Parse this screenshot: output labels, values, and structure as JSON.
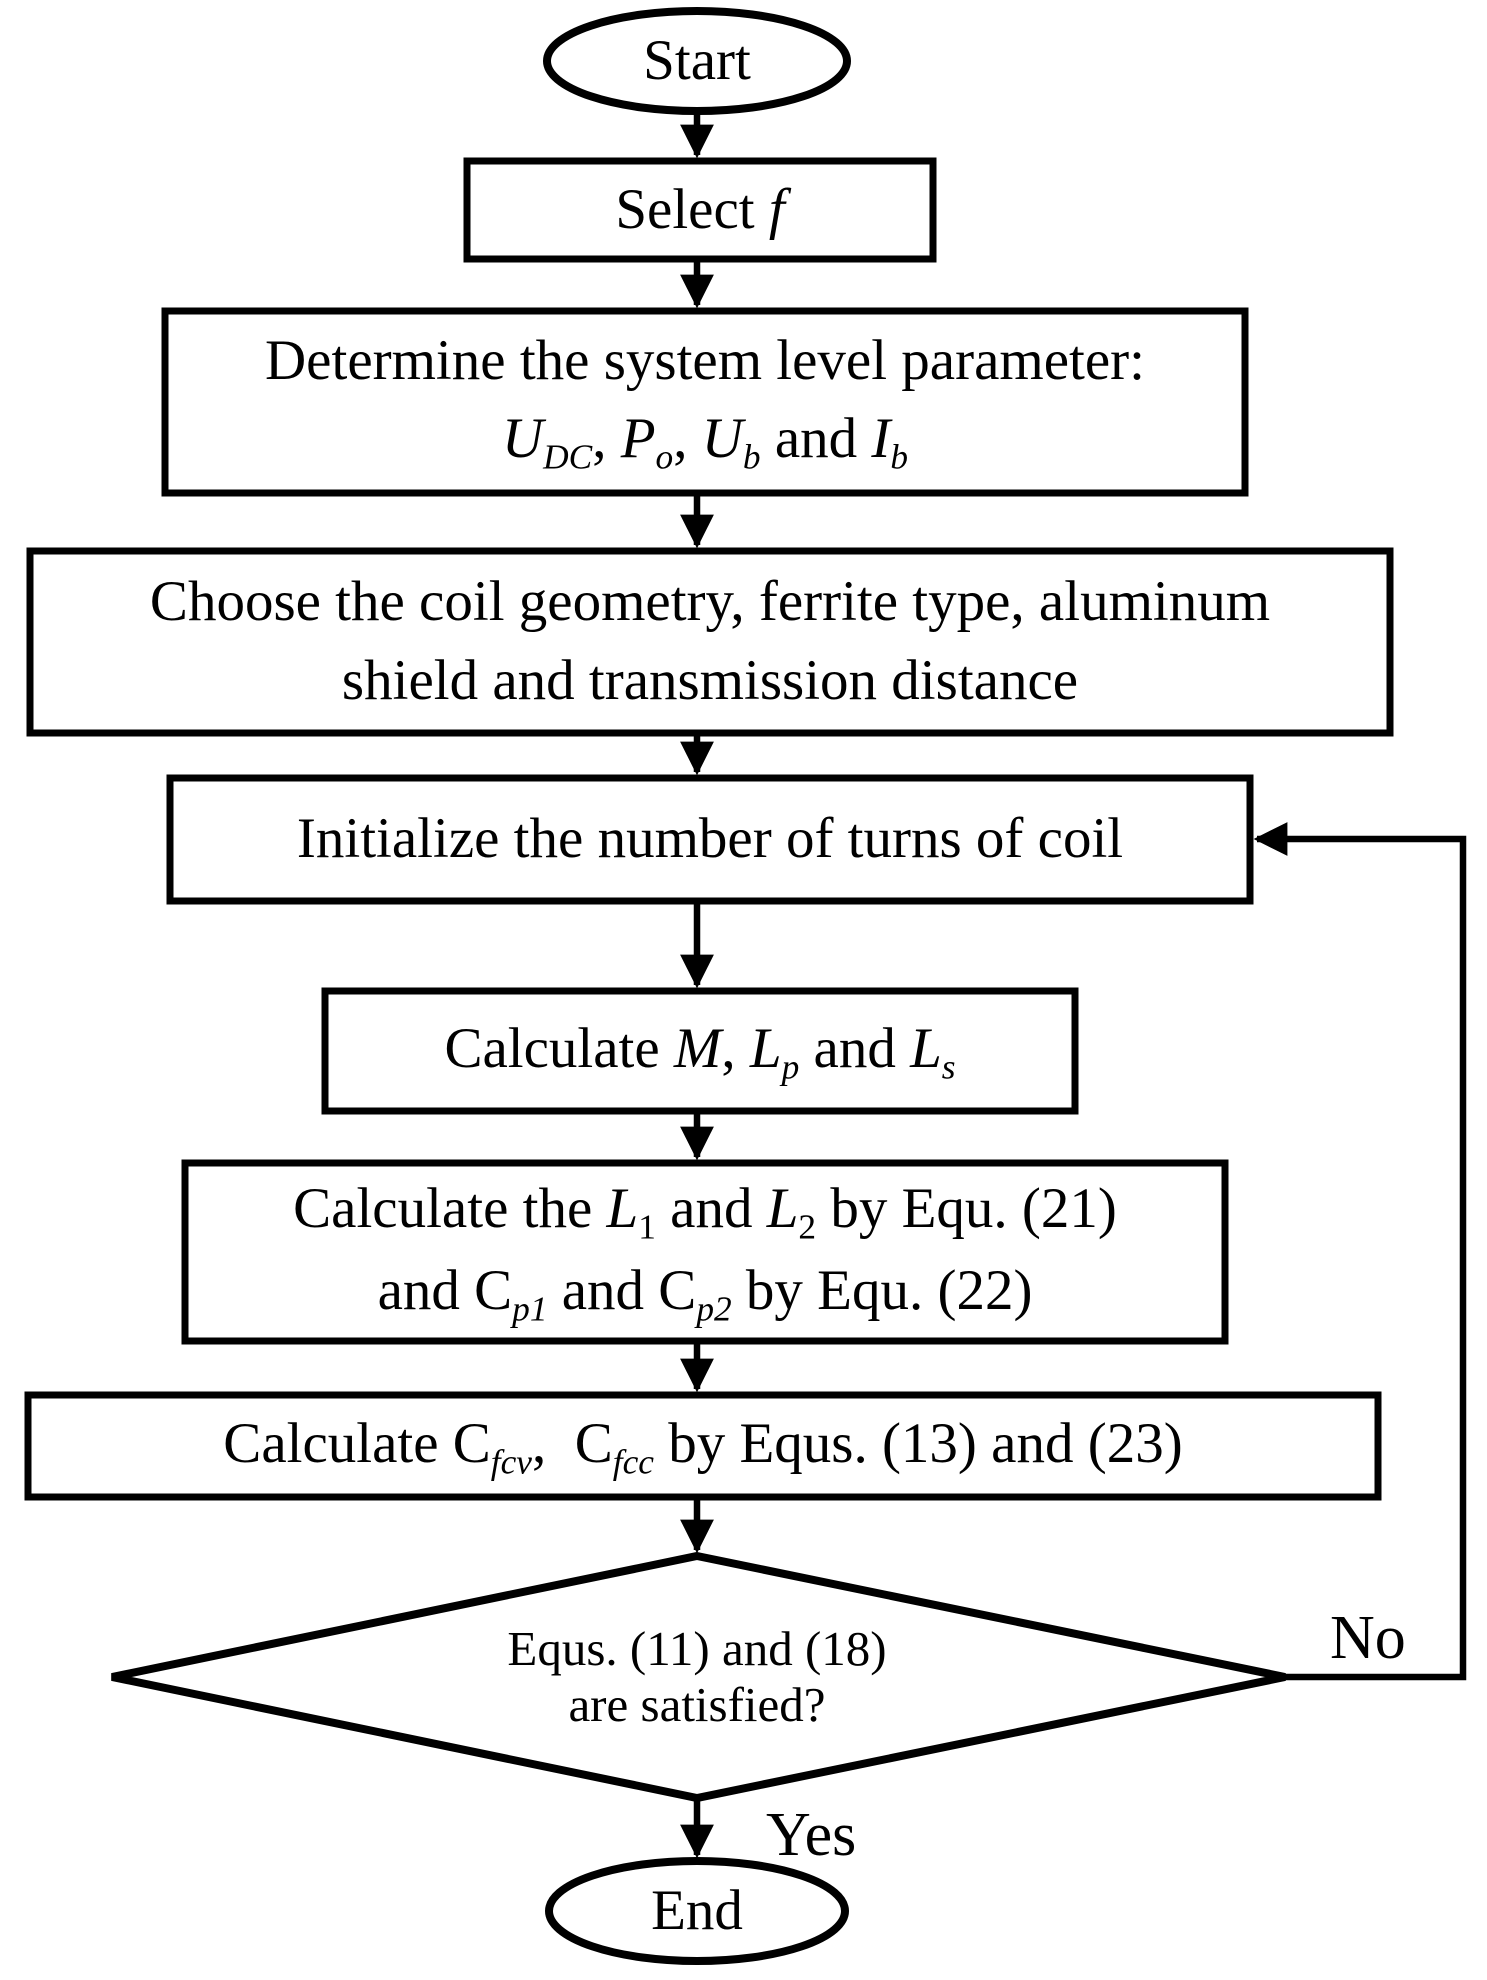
{
  "colors": {
    "stroke": "#000000",
    "background": "#ffffff"
  },
  "flowchart": {
    "start": {
      "label": "Start"
    },
    "steps": {
      "select_f": {
        "lines": [
          [
            {
              "t": "Select ",
              "s": "r"
            },
            {
              "t": "f",
              "s": "i"
            }
          ]
        ]
      },
      "determine_params": {
        "lines": [
          [
            {
              "t": "Determine the system level parameter:",
              "s": "r"
            }
          ],
          [
            {
              "t": "U",
              "s": "i"
            },
            {
              "t": "DC",
              "s": "isub"
            },
            {
              "t": ", ",
              "s": "r"
            },
            {
              "t": "P",
              "s": "i"
            },
            {
              "t": "o",
              "s": "isub"
            },
            {
              "t": ", ",
              "s": "r"
            },
            {
              "t": "U",
              "s": "i"
            },
            {
              "t": "b",
              "s": "isub"
            },
            {
              "t": " and ",
              "s": "r"
            },
            {
              "t": "I",
              "s": "i"
            },
            {
              "t": "b",
              "s": "isub"
            }
          ]
        ]
      },
      "choose_coil": {
        "lines": [
          [
            {
              "t": "Choose the coil geometry, ferrite type, aluminum",
              "s": "r"
            }
          ],
          [
            {
              "t": "shield and transmission distance",
              "s": "r"
            }
          ]
        ]
      },
      "initialize_turns": {
        "lines": [
          [
            {
              "t": "Initialize the number of turns of coil",
              "s": "r"
            }
          ]
        ]
      },
      "calculate_m_lp_ls": {
        "lines": [
          [
            {
              "t": "Calculate ",
              "s": "r"
            },
            {
              "t": "M",
              "s": "i"
            },
            {
              "t": ", ",
              "s": "r"
            },
            {
              "t": "L",
              "s": "i"
            },
            {
              "t": "p",
              "s": "isub"
            },
            {
              "t": " and ",
              "s": "r"
            },
            {
              "t": "L",
              "s": "i"
            },
            {
              "t": "s",
              "s": "isub"
            }
          ]
        ]
      },
      "calculate_l_cp": {
        "lines": [
          [
            {
              "t": "Calculate the ",
              "s": "r"
            },
            {
              "t": "L",
              "s": "i"
            },
            {
              "t": "1",
              "s": "sub"
            },
            {
              "t": " and ",
              "s": "r"
            },
            {
              "t": "L",
              "s": "i"
            },
            {
              "t": "2",
              "s": "sub"
            },
            {
              "t": " by Equ. (21)",
              "s": "r"
            }
          ],
          [
            {
              "t": "and C",
              "s": "r"
            },
            {
              "t": "p1",
              "s": "isub"
            },
            {
              "t": " and C",
              "s": "r"
            },
            {
              "t": "p2",
              "s": "isub"
            },
            {
              "t": " by Equ. (22)",
              "s": "r"
            }
          ]
        ]
      },
      "calculate_cf": {
        "lines": [
          [
            {
              "t": "Calculate C",
              "s": "r"
            },
            {
              "t": "fcv",
              "s": "isub"
            },
            {
              "t": ",  C",
              "s": "r"
            },
            {
              "t": "fcc",
              "s": "isub"
            },
            {
              "t": " by Equs. (13) and (23)",
              "s": "r"
            }
          ]
        ]
      },
      "decision": {
        "lines": [
          [
            {
              "t": "Equs. (11) and (18)",
              "s": "r"
            }
          ],
          [
            {
              "t": "are satisfied?",
              "s": "r"
            }
          ]
        ]
      }
    },
    "edge_labels": {
      "no": "No",
      "yes": "Yes"
    },
    "end": {
      "label": "End"
    }
  }
}
